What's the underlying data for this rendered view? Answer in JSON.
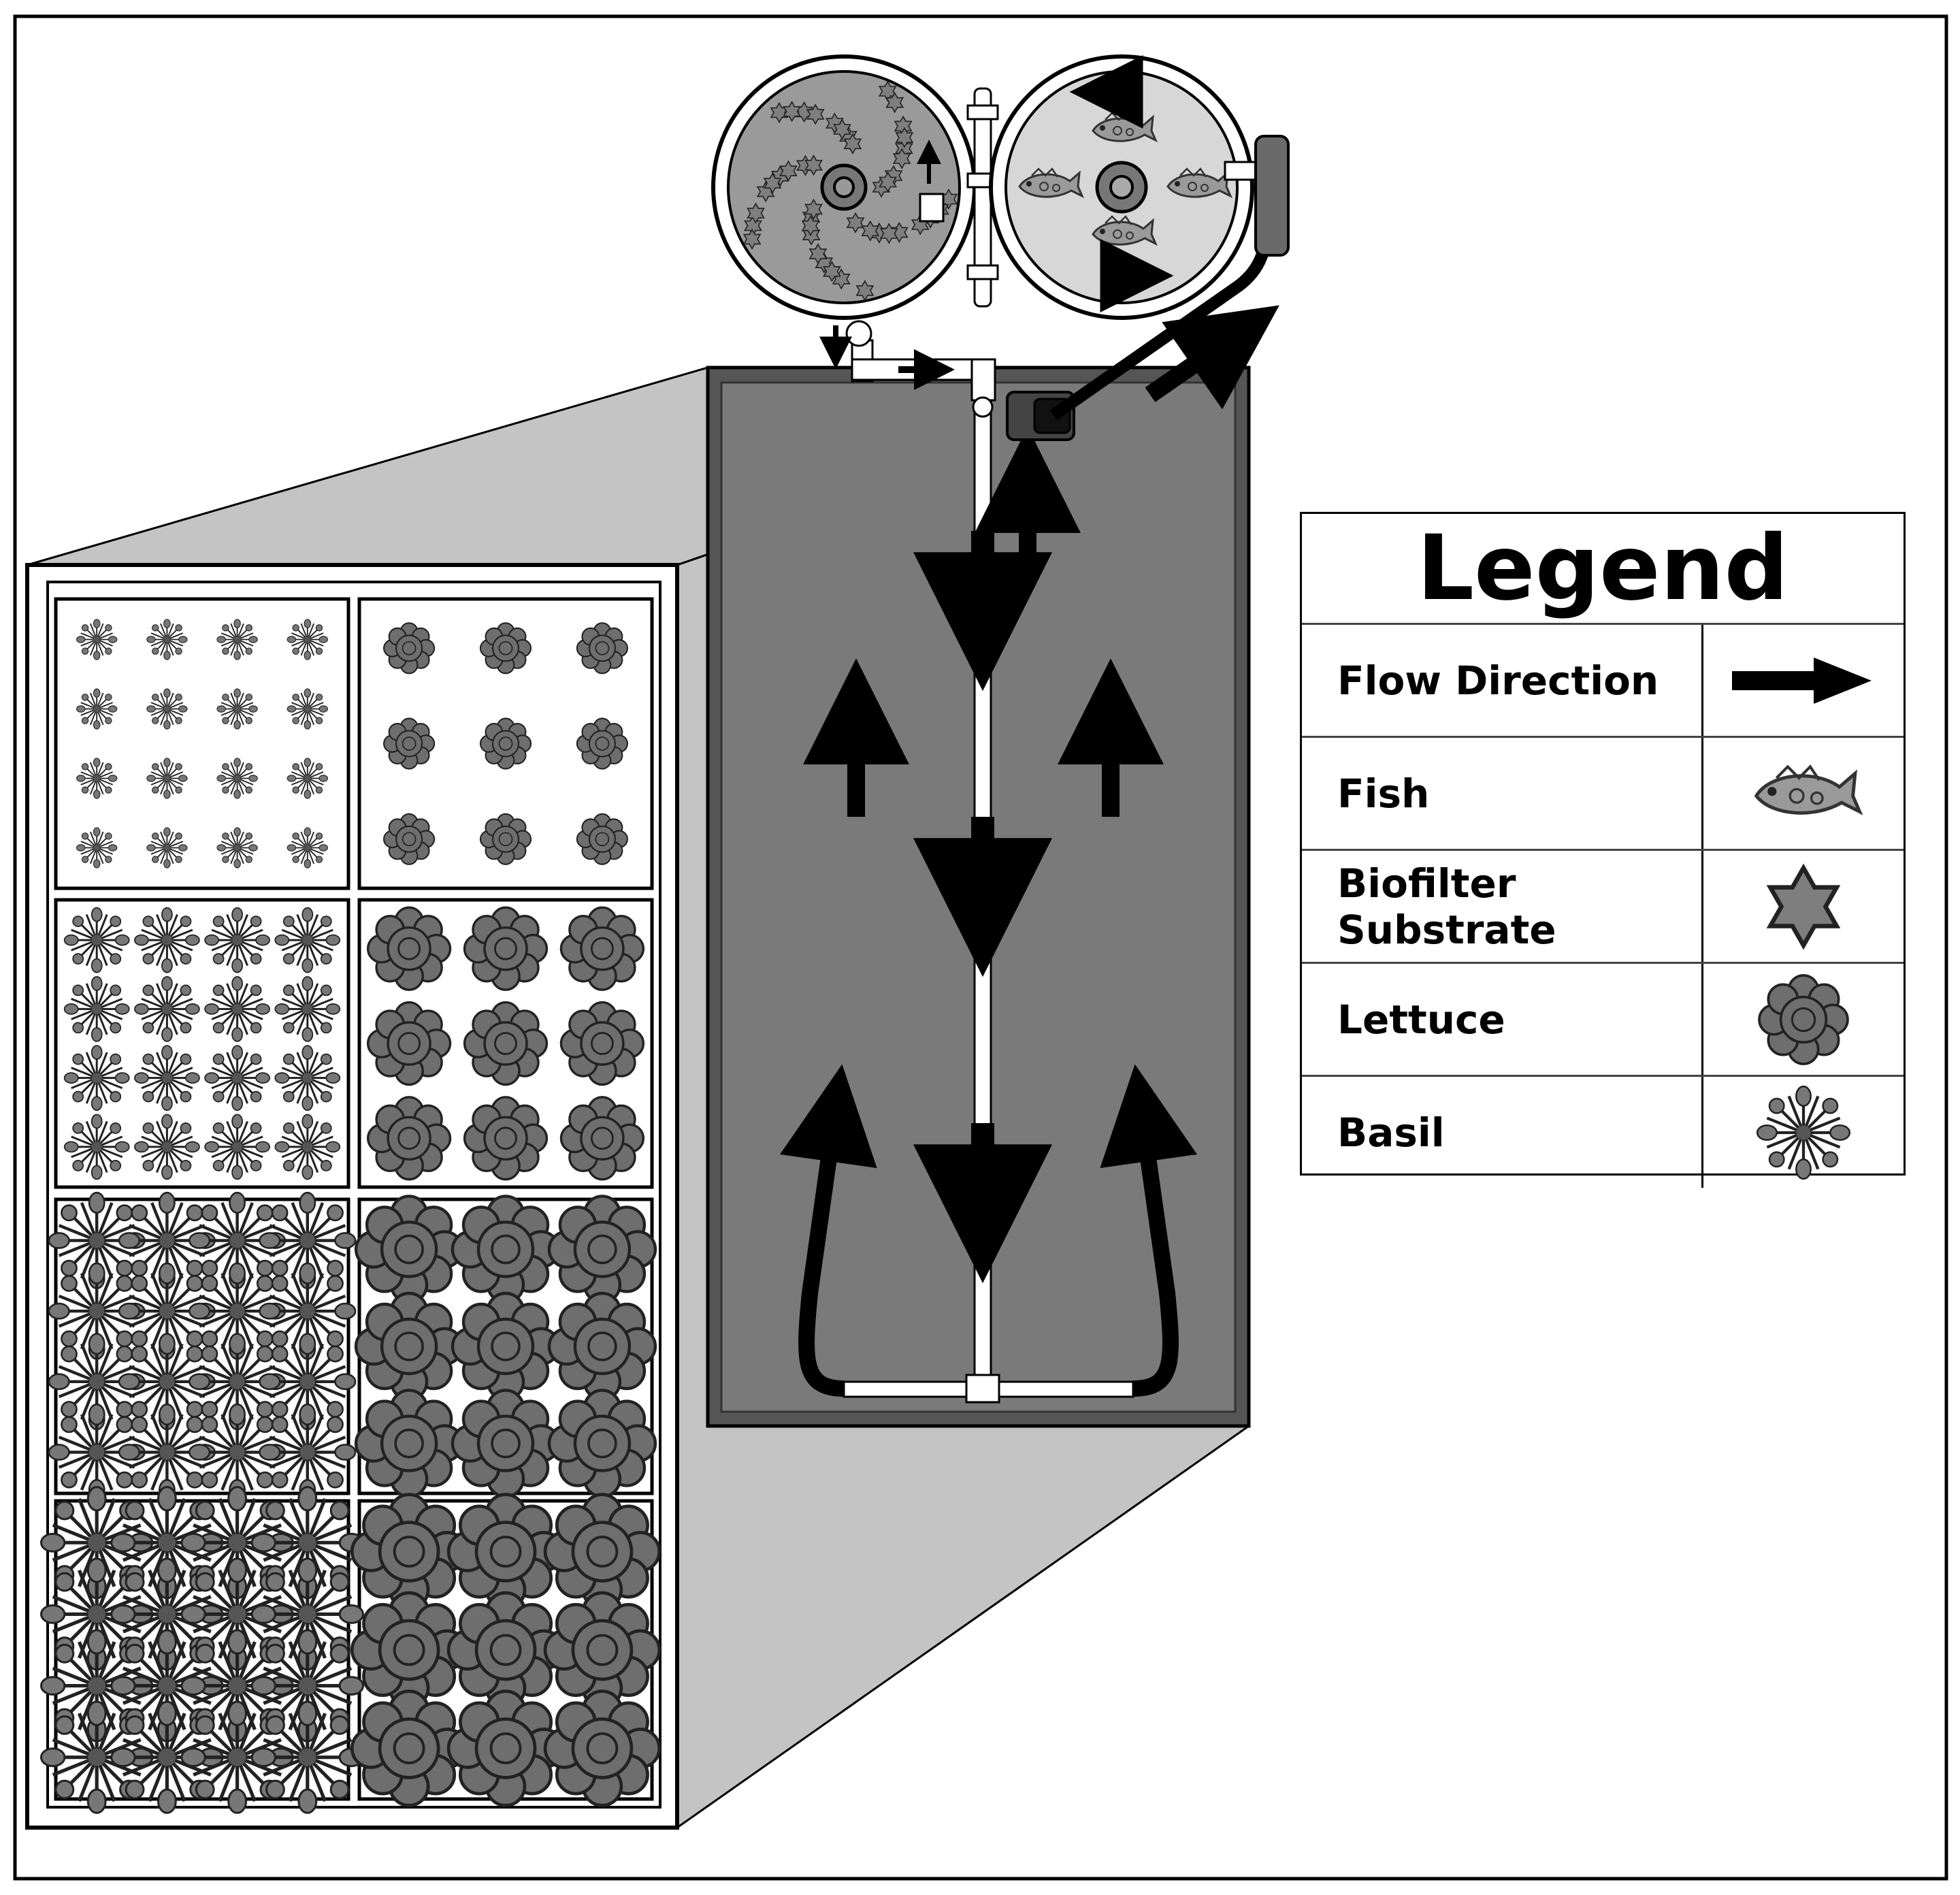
{
  "legend": {
    "title": "Legend",
    "items": [
      {
        "label": "Flow Direction",
        "icon": "arrow-icon"
      },
      {
        "label": "Fish",
        "icon": "fish-icon"
      },
      {
        "label": "Biofilter Substrate",
        "icon": "star-icon"
      },
      {
        "label": "Lettuce",
        "icon": "lettuce-icon"
      },
      {
        "label": "Basil",
        "icon": "basil-icon"
      }
    ]
  },
  "colors": {
    "tank_water": "#7a7a7a",
    "tank_outline": "#444444",
    "side_shade": "#c4c4c4",
    "biofilter_fill": "#9a9a9a",
    "fish_tank_fill": "#d7d7d7",
    "plant_fill": "#6e6e6e",
    "arrow": "#000000"
  },
  "raft_panels": {
    "left_column": "basil",
    "right_column": "lettuce",
    "growth_stages": 4
  }
}
